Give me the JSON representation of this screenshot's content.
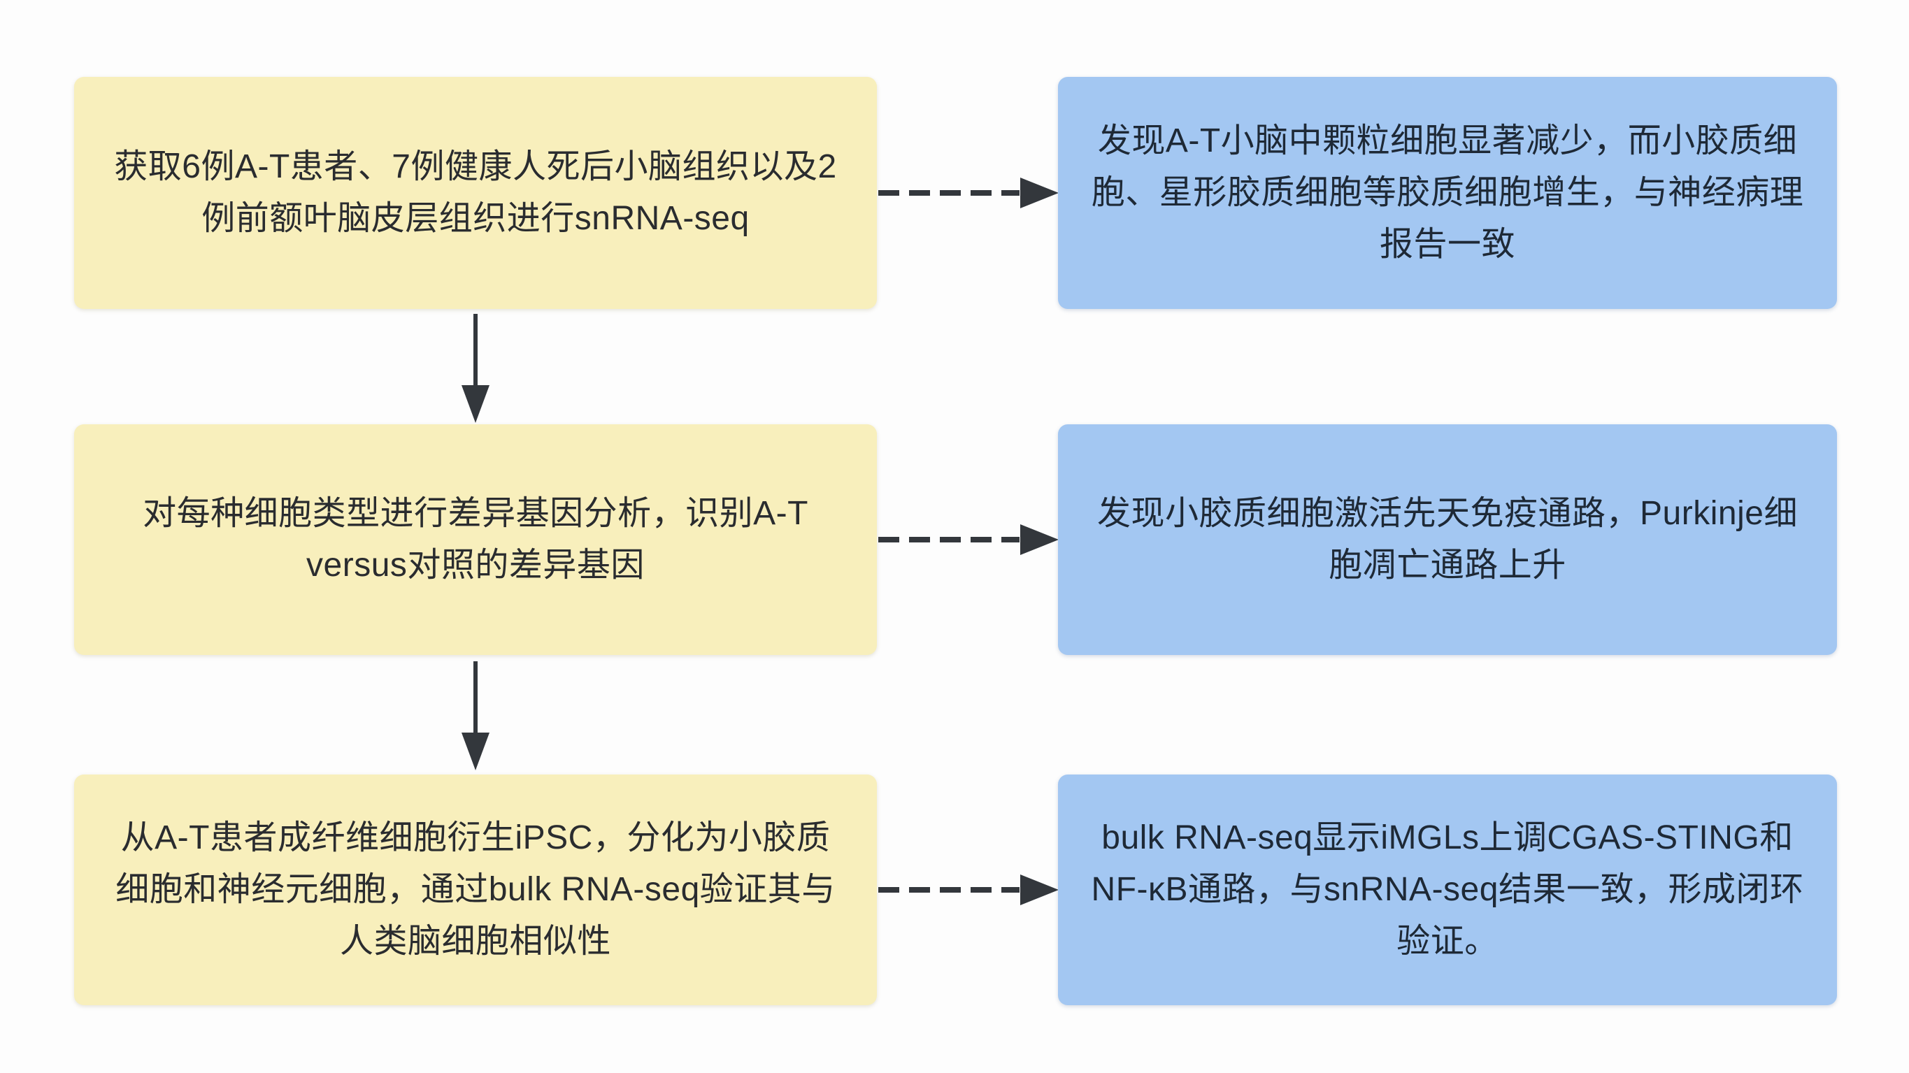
{
  "diagram": {
    "title": "A-T snRNA-seq research workflow flowchart",
    "colors": {
      "step_box_fill": "#f8efbc",
      "result_box_fill": "#a3c7f2",
      "step_text": "#2a2c2f",
      "result_text": "#1e2936",
      "arrow": "#33373c",
      "background": "#fdfdfd"
    },
    "icons": {
      "horizontal_connector": "dashed-right-arrow-icon",
      "vertical_connector": "solid-down-arrow-icon"
    },
    "rows": [
      {
        "step": "获取6例A-T患者、7例健康人死后小脑组织以及2例前额叶脑皮层组织进行snRNA-seq",
        "result": "发现A-T小脑中颗粒细胞显著减少，而小胶质细胞、星形胶质细胞等胶质细胞增生，与神经病理报告一致"
      },
      {
        "step": "对每种细胞类型进行差异基因分析，识别A-T versus对照的差异基因",
        "result": "发现小胶质细胞激活先天免疫通路，Purkinje细胞凋亡通路上升"
      },
      {
        "step": "从A-T患者成纤维细胞衍生iPSC，分化为小胶质细胞和神经元细胞，通过bulk RNA-seq验证其与人类脑细胞相似性",
        "result": "bulk RNA-seq显示iMGLs上调CGAS-STING和NF-κB通路，与snRNA-seq结果一致，形成闭环验证。"
      }
    ]
  }
}
